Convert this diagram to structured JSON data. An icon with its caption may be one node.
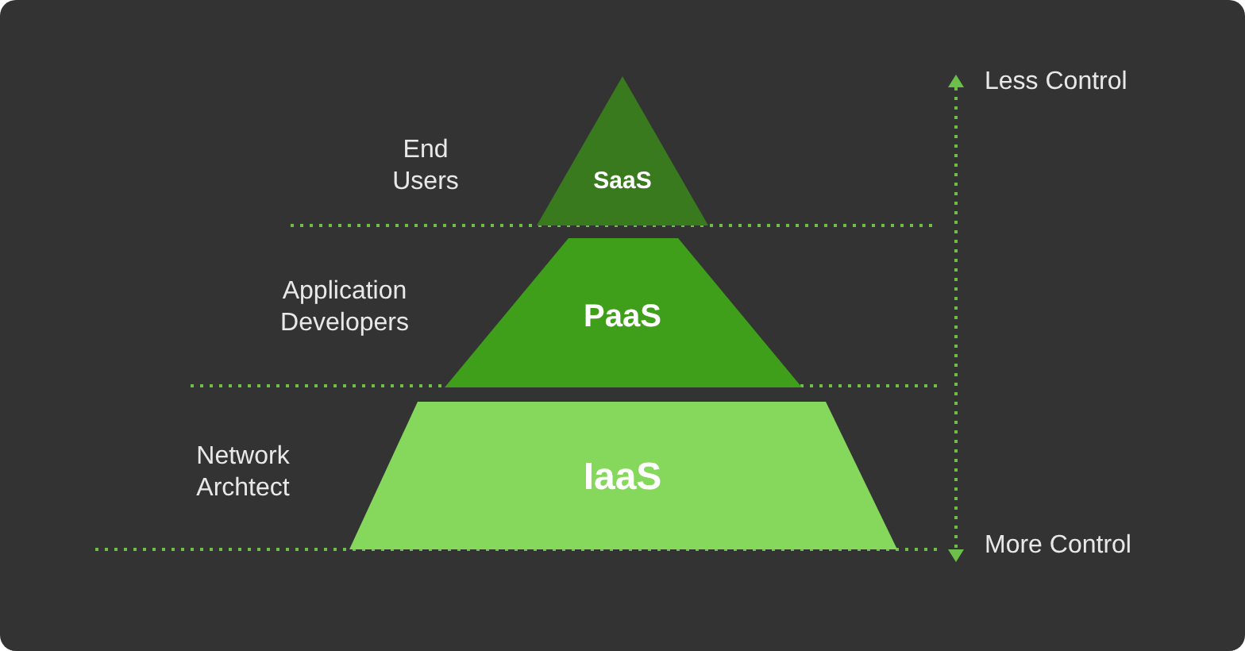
{
  "diagram": {
    "nodes": [
      {
        "text": [
          "SaaS"
        ],
        "beside": [
          "End Users"
        ]
      },
      {
        "text": [
          "PaaS"
        ],
        "beside": [
          "Application Developers"
        ]
      },
      {
        "text": [
          "IaaS"
        ],
        "beside": [
          "Network Archtect"
        ]
      }
    ],
    "labels": [
      "Less Control",
      "More Control"
    ]
  }
}
